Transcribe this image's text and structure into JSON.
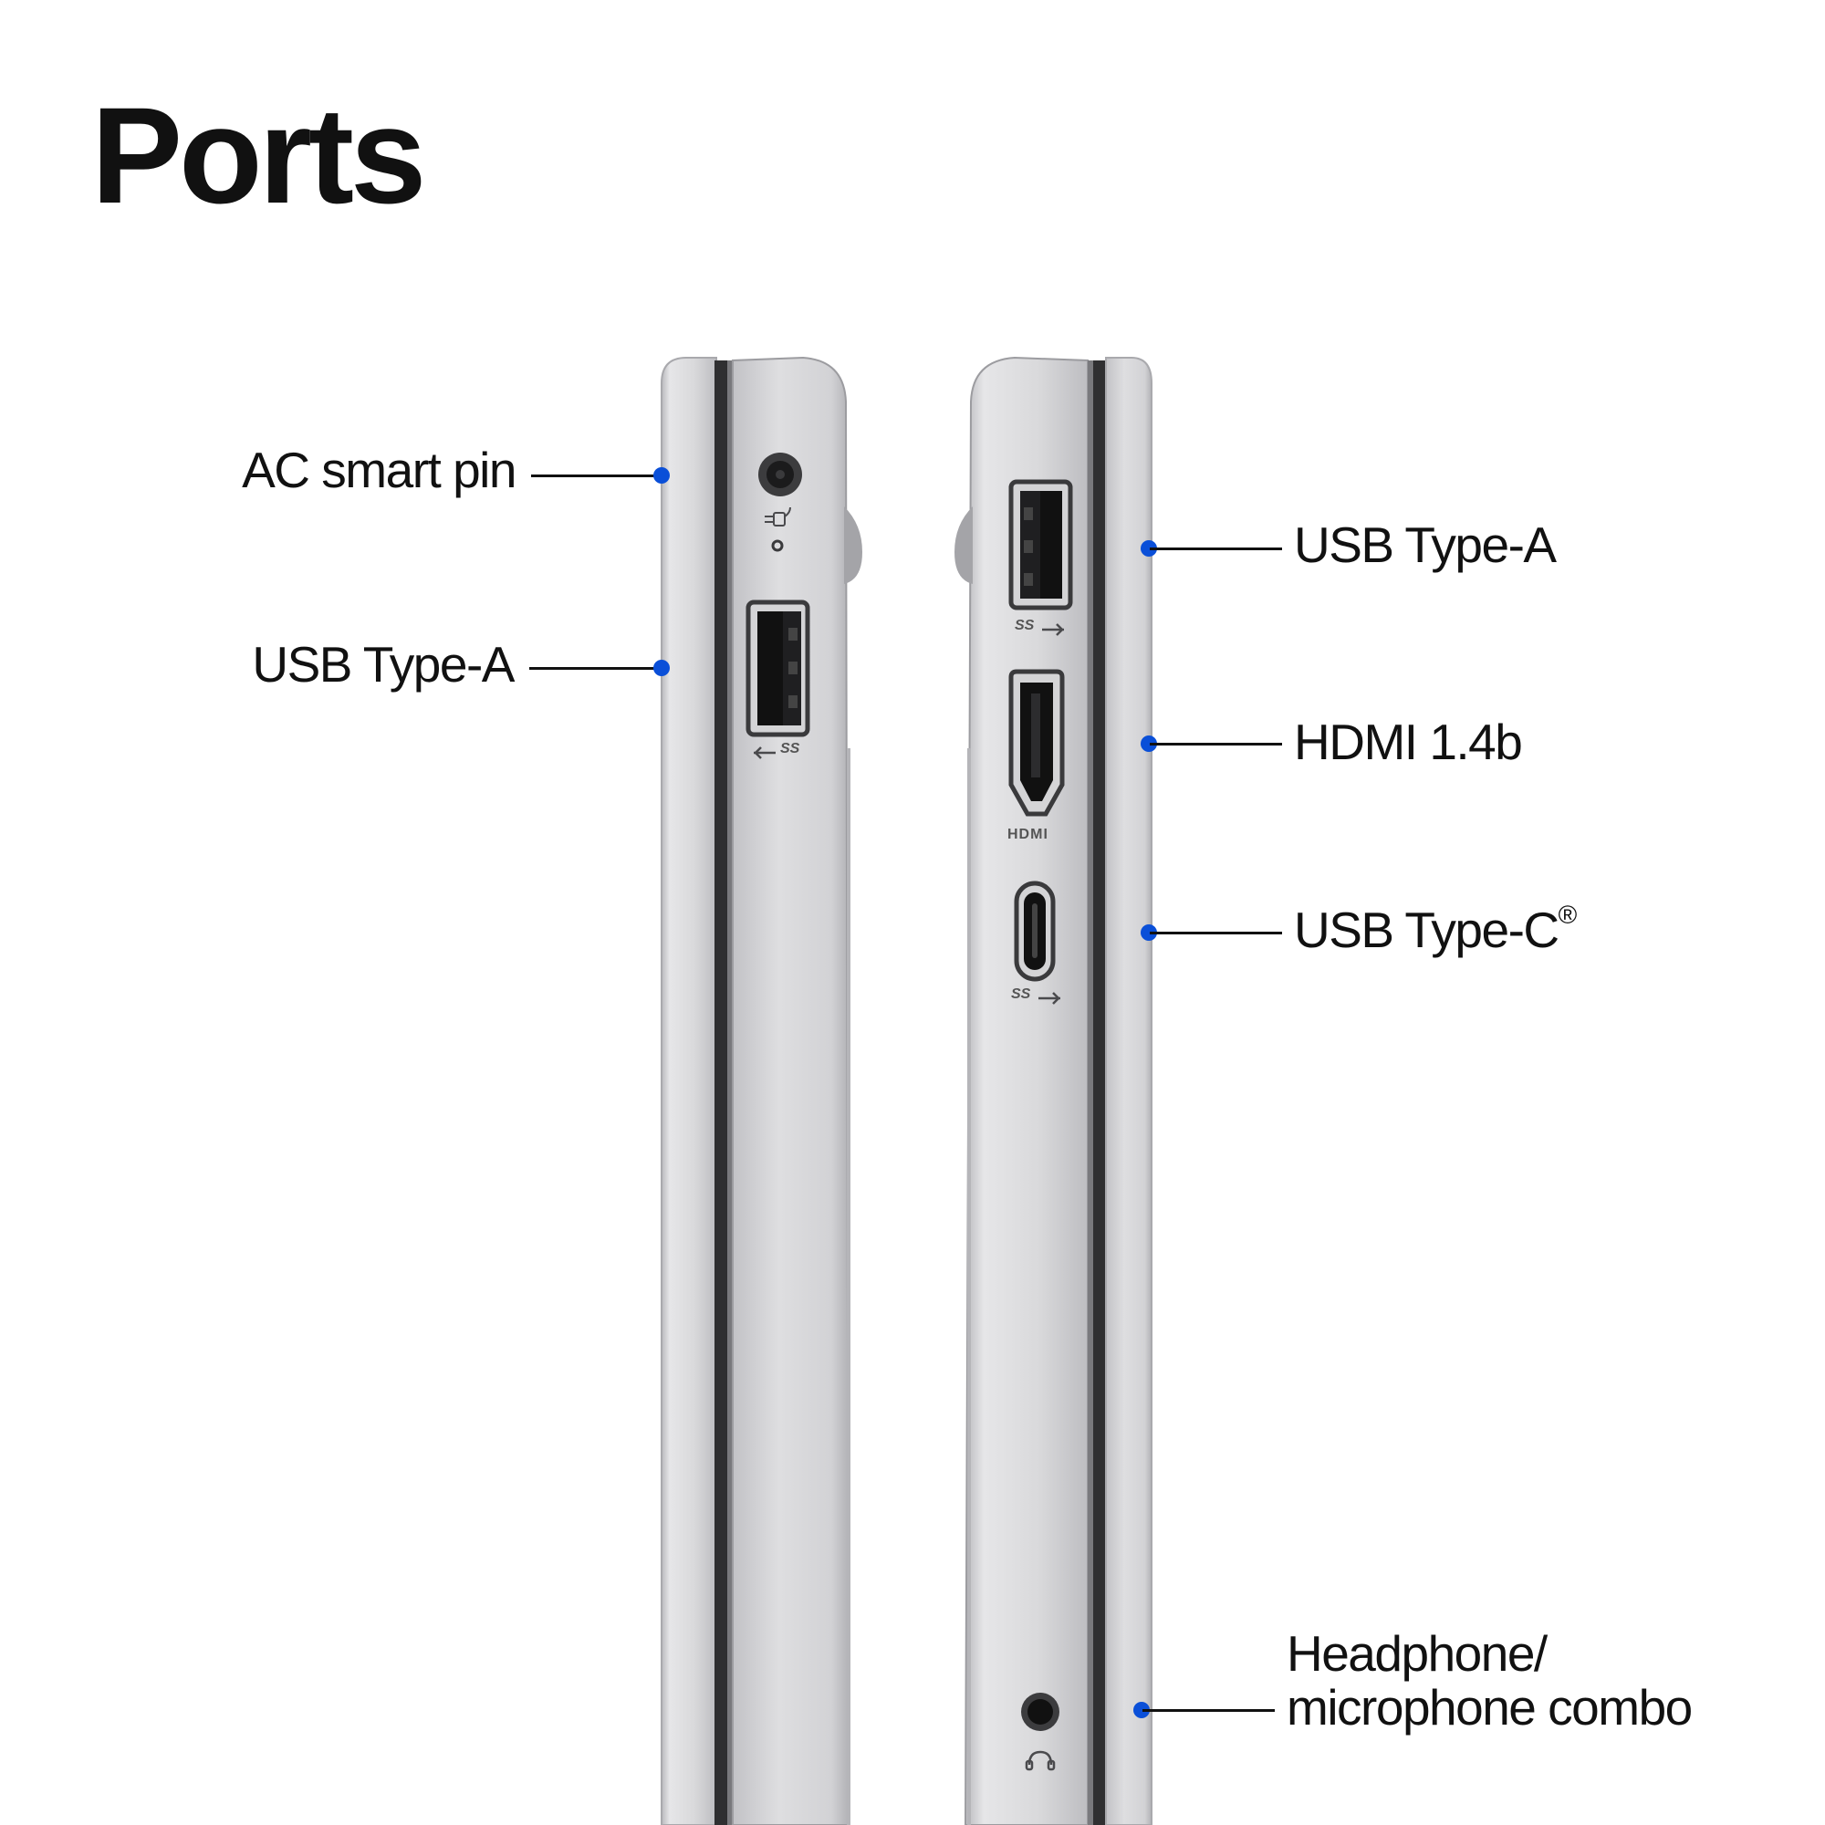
{
  "title": "Ports",
  "colors": {
    "accent_dot": "#0a4fd8",
    "chassis": "#d8d8da",
    "chassis_shadow": "#a8a8ac",
    "bezel": "#333335"
  },
  "left_side": {
    "ports": [
      {
        "label": "AC smart pin",
        "icon": "ac-power-icon"
      },
      {
        "label": "USB Type-A",
        "icon": "usb-ss-icon"
      }
    ]
  },
  "right_side": {
    "ports": [
      {
        "label": "USB Type-A",
        "icon": "usb-ss-icon"
      },
      {
        "label": "HDMI 1.4b",
        "icon": "hdmi-icon"
      },
      {
        "label": "USB Type-C",
        "superscript": "®",
        "icon": "usb-ss-icon"
      },
      {
        "label_line1": "Headphone/",
        "label_line2": "microphone combo",
        "icon": "headphone-icon"
      }
    ]
  },
  "engravings": {
    "hdmi": "HDMI",
    "ss": "SS"
  }
}
